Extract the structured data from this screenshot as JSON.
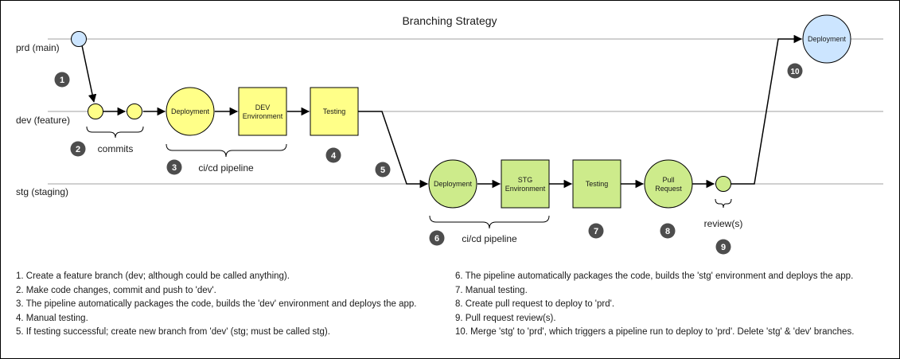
{
  "title": "Branching Strategy",
  "lanes": {
    "prd": "prd (main)",
    "dev": "dev (feature)",
    "stg": "stg (staging)"
  },
  "nodes": {
    "prd_deployment": "Deployment",
    "dev_deployment": "Deployment",
    "dev_env": [
      "DEV",
      "Environment"
    ],
    "dev_testing": "Testing",
    "stg_deployment": "Deployment",
    "stg_env": [
      "STG",
      "Environment"
    ],
    "stg_testing": "Testing",
    "pull_request": [
      "Pull",
      "Request"
    ]
  },
  "brace_labels": {
    "commits": "commits",
    "dev_pipeline": "ci/cd pipeline",
    "stg_pipeline": "ci/cd pipeline",
    "reviews": "review(s)"
  },
  "step_badges": [
    "1",
    "2",
    "3",
    "4",
    "5",
    "6",
    "7",
    "8",
    "9",
    "10"
  ],
  "steps_left": [
    "1. Create a feature branch (dev; although could be called anything).",
    "2. Make code changes, commit and push to 'dev'.",
    "3. The pipeline automatically packages the code, builds the 'dev' environment and deploys the app.",
    "4. Manual testing.",
    "5. If testing successful; create new branch from 'dev' (stg; must be called stg)."
  ],
  "steps_right": [
    "6. The pipeline automatically packages the code, builds the 'stg' environment and deploys the app.",
    "7. Manual testing.",
    "8. Create pull request to deploy to 'prd'.",
    "9. Pull request review(s).",
    "10. Merge 'stg' to 'prd', which triggers a pipeline run to deploy to 'prd'. Delete 'stg' & 'dev' branches."
  ],
  "colors": {
    "prd_fill": "#cce5ff",
    "dev_fill": "#ffff88",
    "stg_fill": "#cdeb8b",
    "badge_fill": "#4d4d4d",
    "line": "#000000",
    "lane_line": "#a0a0a0"
  }
}
